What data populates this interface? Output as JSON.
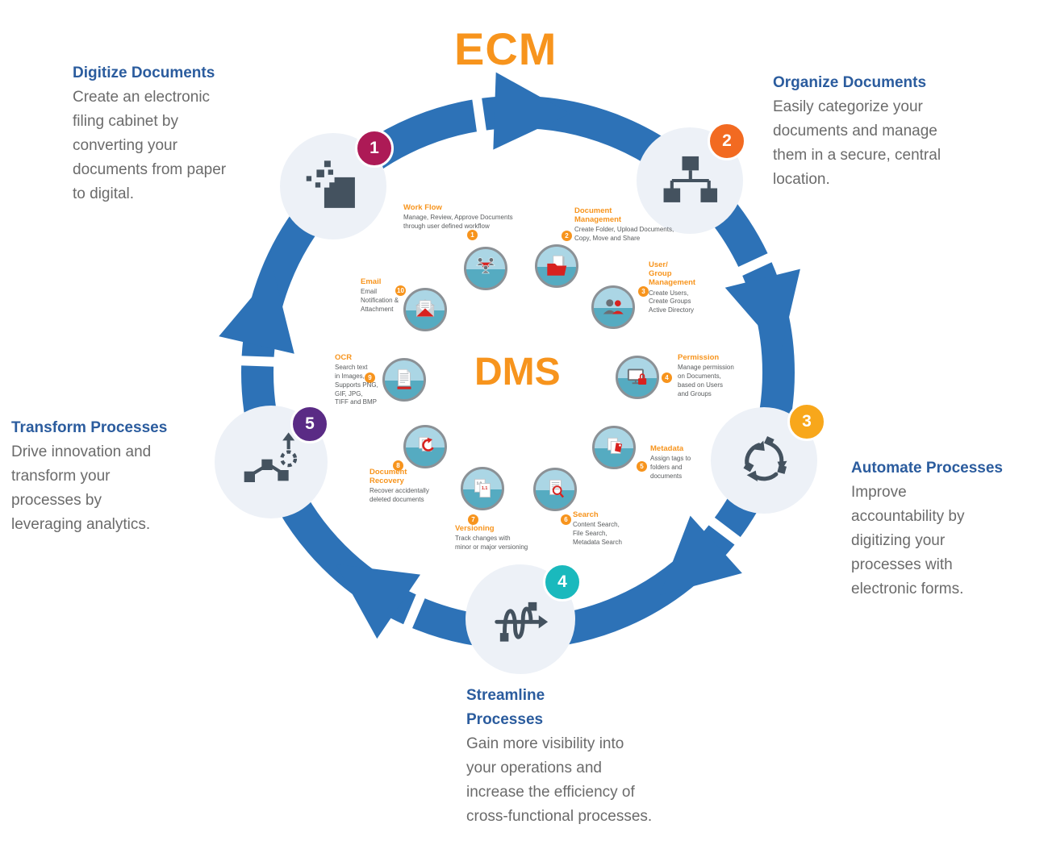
{
  "title": "ECM",
  "center_label": "DMS",
  "colors": {
    "ring_blue": "#2d72b7",
    "accent_orange": "#f7941d",
    "step_title_blue": "#2b5c9e",
    "body_gray": "#6b6b6b",
    "icon_slate": "#44525f",
    "icon_red": "#d8221f"
  },
  "steps": [
    {
      "num": "1",
      "title": "Digitize Documents",
      "desc": "Create an electronic\nfiling cabinet by\nconverting your\ndocuments from paper\nto digital.",
      "badge_color": "#ad1a56"
    },
    {
      "num": "2",
      "title": "Organize Documents",
      "desc": "Easily categorize your\ndocuments and manage\nthem in a secure, central\nlocation.",
      "badge_color": "#f26a21"
    },
    {
      "num": "3",
      "title": "Automate Processes",
      "desc": "Improve\naccountability by\ndigitizing your\nprocesses with\nelectronic forms.",
      "badge_color": "#f8a71b"
    },
    {
      "num": "4",
      "title": "Streamline\nProcesses",
      "desc": "Gain more visibility into\nyour operations and\nincrease the efficiency of\ncross-functional  processes.",
      "badge_color": "#1ab9bd"
    },
    {
      "num": "5",
      "title": "Transform Processes",
      "desc": "Drive innovation and\ntransform your\nprocesses by\nleveraging analytics.",
      "badge_color": "#5a2b85"
    }
  ],
  "features": [
    {
      "num": "1",
      "title": "Work Flow",
      "desc": "Manage, Review, Approve Documents\nthrough user defined workflow"
    },
    {
      "num": "2",
      "title": "Document\nManagement",
      "desc": "Create Folder, Upload Documents,\nCopy, Move and Share"
    },
    {
      "num": "3",
      "title": "User/\nGroup\nManagement",
      "desc": "Create Users,\nCreate Groups\nActive Directory"
    },
    {
      "num": "4",
      "title": "Permission",
      "desc": "Manage permission\non Documents,\nbased on Users\nand Groups"
    },
    {
      "num": "5",
      "title": "Metadata",
      "desc": "Assign tags to\nfolders and\ndocuments"
    },
    {
      "num": "6",
      "title": "Search",
      "desc": "Content Search,\nFile Search,\nMetadata Search"
    },
    {
      "num": "7",
      "title": "Versioning",
      "desc": "Track changes with\nminor or major versioning"
    },
    {
      "num": "8",
      "title": "Document\nRecovery",
      "desc": "Recover accidentally\ndeleted documents"
    },
    {
      "num": "9",
      "title": "OCR",
      "desc": "Search text\nin Images,\nSupports PNG,\nGIF, JPG,\nTIFF and BMP"
    },
    {
      "num": "10",
      "title": "Email",
      "desc": "Email\nNotification &\nAttachment"
    }
  ]
}
